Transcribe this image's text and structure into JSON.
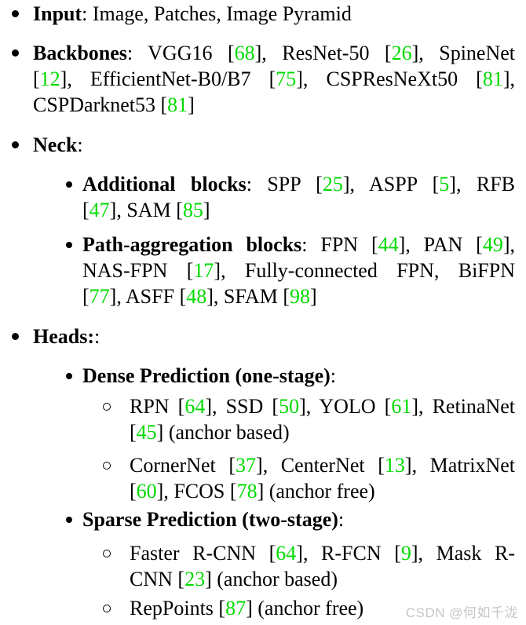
{
  "page": {
    "background": "#ffffff",
    "text_color": "#000000"
  },
  "colors": {
    "citation_green": "#00db00",
    "watermark_gray": "#c6c6c6"
  },
  "list": {
    "items": [
      {
        "level": 1,
        "marker": "disc",
        "lines": [
          [
            {
              "b": "Input"
            },
            {
              "t": ": Image, Patches, Image Pyramid"
            }
          ]
        ]
      },
      {
        "level": 1,
        "marker": "disc",
        "lines": [
          [
            {
              "b": "Backbones"
            },
            {
              "t": ": VGG16 "
            },
            {
              "c": "68"
            },
            {
              "t": ", ResNet-50 "
            },
            {
              "c": "26"
            },
            {
              "t": ", SpineNet"
            }
          ],
          [
            {
              "c": "12"
            },
            {
              "t": ", EfficientNet-B0/B7 "
            },
            {
              "c": "75"
            },
            {
              "t": ", CSPResNeXt50 "
            },
            {
              "c": "81"
            },
            {
              "t": ","
            }
          ],
          [
            {
              "t": "CSPDarknet53 "
            },
            {
              "c": "81"
            }
          ]
        ]
      },
      {
        "level": 1,
        "marker": "disc",
        "lines": [
          [
            {
              "b": "Neck"
            },
            {
              "t": ":"
            }
          ]
        ]
      },
      {
        "level": 2,
        "marker": "disc",
        "lines": [
          [
            {
              "b": "Additional blocks"
            },
            {
              "t": ": SPP "
            },
            {
              "c": "25"
            },
            {
              "t": ", ASPP "
            },
            {
              "c": "5"
            },
            {
              "t": ", RFB"
            }
          ],
          [
            {
              "c": "47"
            },
            {
              "t": ", SAM "
            },
            {
              "c": "85"
            }
          ]
        ]
      },
      {
        "level": 2,
        "marker": "disc",
        "lines": [
          [
            {
              "b": "Path-aggregation blocks"
            },
            {
              "t": ": FPN "
            },
            {
              "c": "44"
            },
            {
              "t": ", PAN "
            },
            {
              "c": "49"
            },
            {
              "t": ","
            }
          ],
          [
            {
              "t": "NAS-FPN "
            },
            {
              "c": "17"
            },
            {
              "t": ", Fully-connected FPN, BiFPN"
            }
          ],
          [
            {
              "c": "77"
            },
            {
              "t": ", ASFF "
            },
            {
              "c": "48"
            },
            {
              "t": ", SFAM "
            },
            {
              "c": "98"
            }
          ]
        ]
      },
      {
        "level": 1,
        "marker": "disc",
        "lines": [
          [
            {
              "b": "Heads:"
            },
            {
              "t": ":"
            }
          ]
        ]
      },
      {
        "level": 2,
        "marker": "disc",
        "lines": [
          [
            {
              "b": "Dense Prediction (one-stage)"
            },
            {
              "t": ":"
            }
          ]
        ]
      },
      {
        "level": 3,
        "marker": "circle",
        "lines": [
          [
            {
              "t": "RPN "
            },
            {
              "c": "64"
            },
            {
              "t": ", SSD "
            },
            {
              "c": "50"
            },
            {
              "t": ", YOLO "
            },
            {
              "c": "61"
            },
            {
              "t": ", RetinaNet"
            }
          ],
          [
            {
              "c": "45"
            },
            {
              "t": " (anchor based)"
            }
          ]
        ]
      },
      {
        "level": 3,
        "marker": "circle",
        "lines": [
          [
            {
              "t": "CornerNet "
            },
            {
              "c": "37"
            },
            {
              "t": ", CenterNet "
            },
            {
              "c": "13"
            },
            {
              "t": ", MatrixNet"
            }
          ],
          [
            {
              "c": "60"
            },
            {
              "t": ", FCOS "
            },
            {
              "c": "78"
            },
            {
              "t": " (anchor free)"
            }
          ]
        ]
      },
      {
        "level": 2,
        "marker": "disc",
        "lines": [
          [
            {
              "b": "Sparse Prediction (two-stage)"
            },
            {
              "t": ":"
            }
          ]
        ]
      },
      {
        "level": 3,
        "marker": "circle",
        "lines": [
          [
            {
              "t": "Faster R-CNN "
            },
            {
              "c": "64"
            },
            {
              "t": ", R-FCN "
            },
            {
              "c": "9"
            },
            {
              "t": ", Mask R-"
            }
          ],
          [
            {
              "t": "CNN "
            },
            {
              "c": "23"
            },
            {
              "t": " (anchor based)"
            }
          ]
        ]
      },
      {
        "level": 3,
        "marker": "circle",
        "lines": [
          [
            {
              "t": "RepPoints "
            },
            {
              "c": "87"
            },
            {
              "t": " (anchor free)"
            }
          ]
        ]
      }
    ]
  },
  "watermark": {
    "text": "CSDN @何如千泷"
  }
}
